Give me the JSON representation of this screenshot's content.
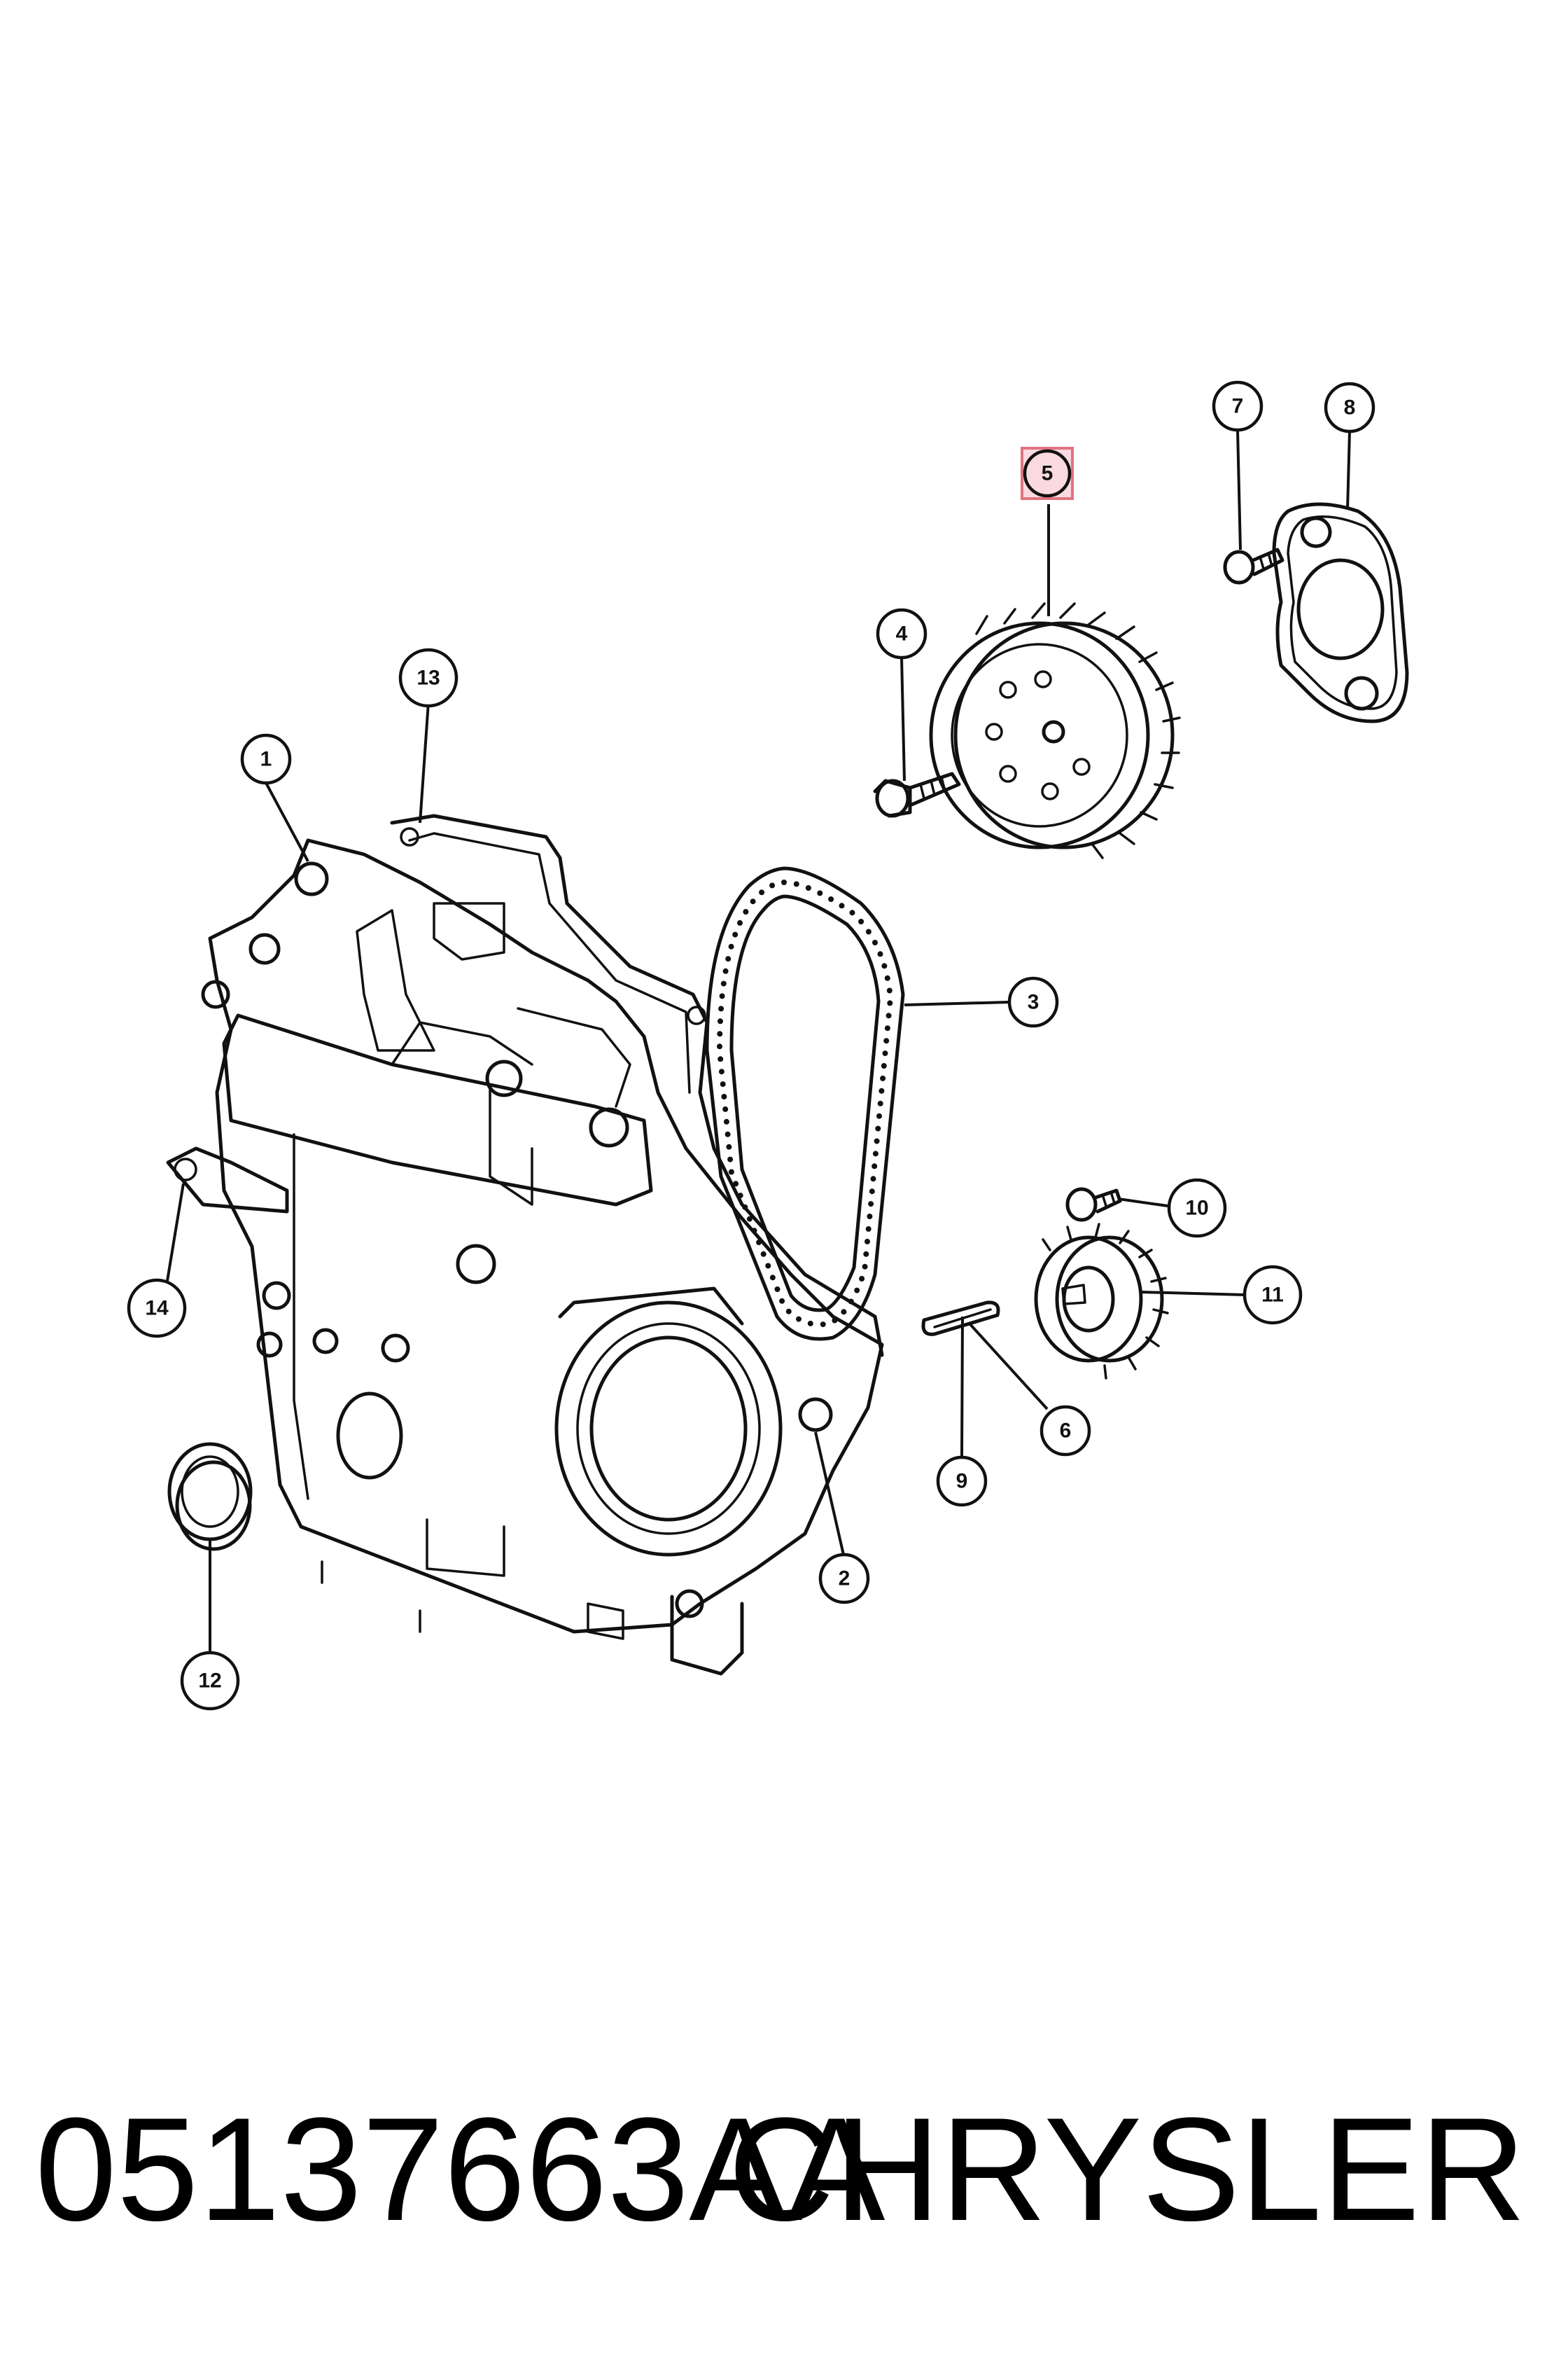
{
  "callouts": [
    {
      "id": "1",
      "label": "1"
    },
    {
      "id": "2",
      "label": "2"
    },
    {
      "id": "3",
      "label": "3"
    },
    {
      "id": "4",
      "label": "4"
    },
    {
      "id": "5",
      "label": "5",
      "highlighted": true
    },
    {
      "id": "6",
      "label": "6"
    },
    {
      "id": "7",
      "label": "7"
    },
    {
      "id": "8",
      "label": "8"
    },
    {
      "id": "9",
      "label": "9"
    },
    {
      "id": "10",
      "label": "10"
    },
    {
      "id": "11",
      "label": "11"
    },
    {
      "id": "12",
      "label": "12"
    },
    {
      "id": "13",
      "label": "13"
    },
    {
      "id": "14",
      "label": "14"
    }
  ],
  "footer": {
    "part_number": "05137663AA",
    "brand": "CHRYSLER"
  },
  "colors": {
    "line": "#111111",
    "highlight_fill": "#fbd9e0",
    "highlight_border": "#e0737f"
  }
}
